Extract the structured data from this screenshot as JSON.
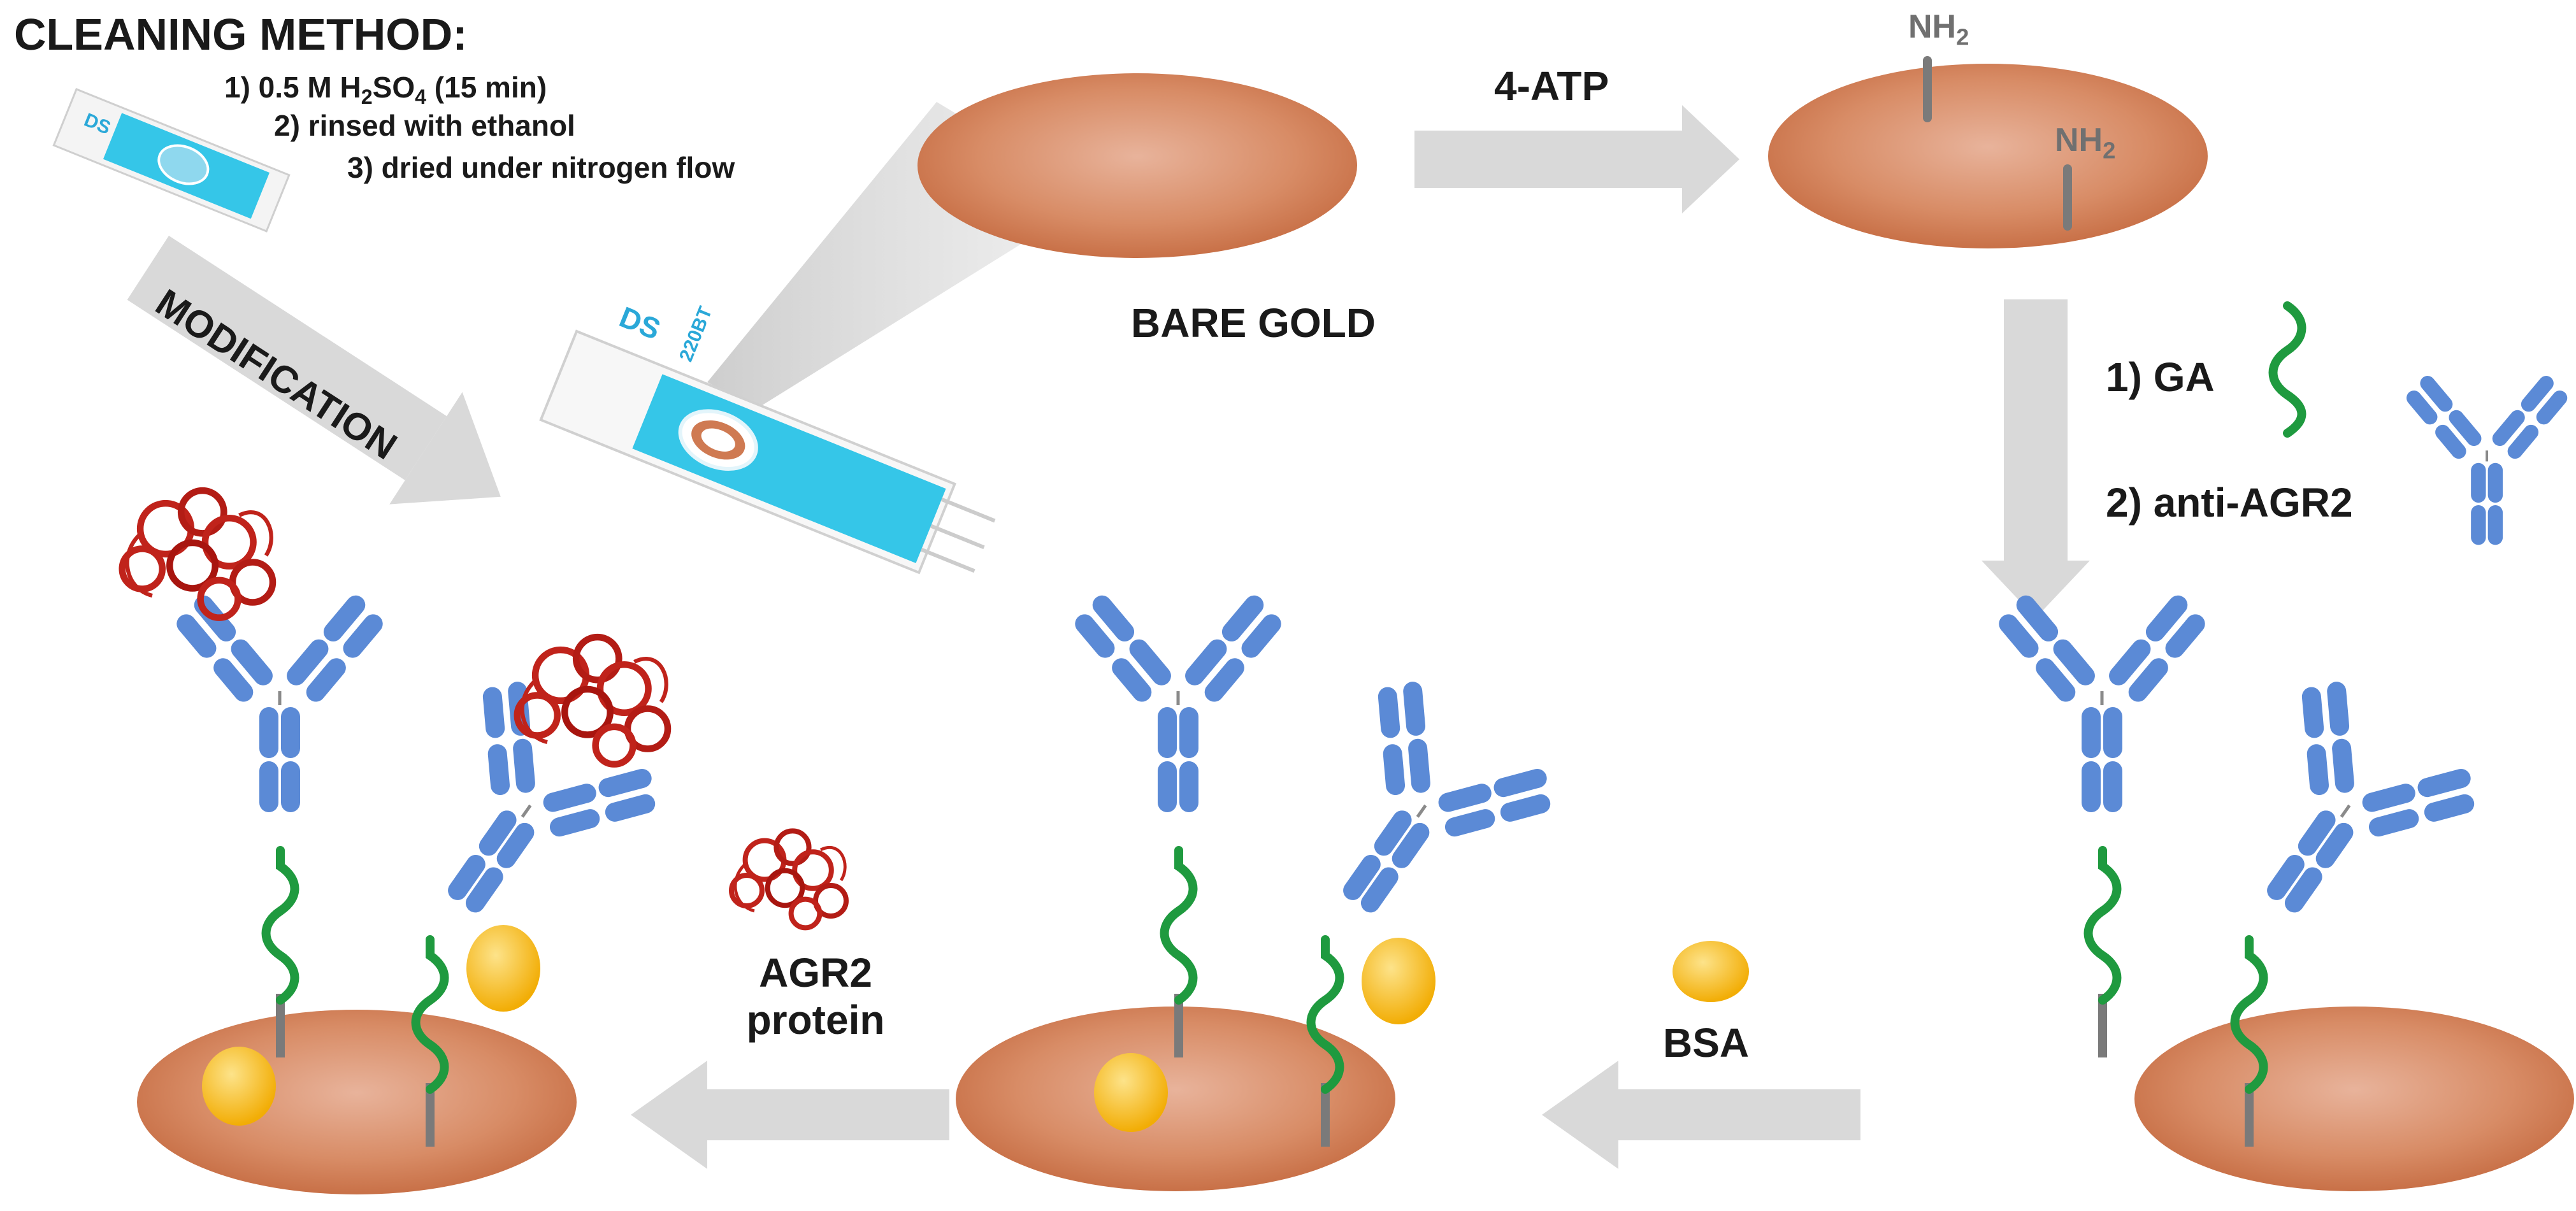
{
  "cleaning": {
    "title": "CLEANING METHOD:",
    "step1_prefix": "1) 0.5 M H",
    "step1_sub1": "2",
    "step1_mid": "SO",
    "step1_sub2": "4",
    "step1_suffix": " (15 min)",
    "step2": "2) rinsed with ethanol",
    "step3": "3) dried under nitrogen flow"
  },
  "modification_label": "MODIFICATION",
  "electrode_text": {
    "brand": "DS",
    "model": "220BT"
  },
  "bare_gold_label": "BARE GOLD",
  "atp_label": "4-ATP",
  "nh2": {
    "base": "NH",
    "sub": "2"
  },
  "ga_step": "1) GA",
  "antibody_step": "2) anti-AGR2",
  "bsa_label": "BSA",
  "agr2_label_line1": "AGR2",
  "agr2_label_line2": "protein",
  "colors": {
    "gold_center": "#e7ad93",
    "gold_edge": "#c9714a",
    "antibody": "#5b8ad6",
    "linker": "#1f9a3f",
    "bsa": "#f5b818",
    "protein": "#c0231b",
    "arrow": "#d9d9d9",
    "electrode": "#35c6e8"
  }
}
